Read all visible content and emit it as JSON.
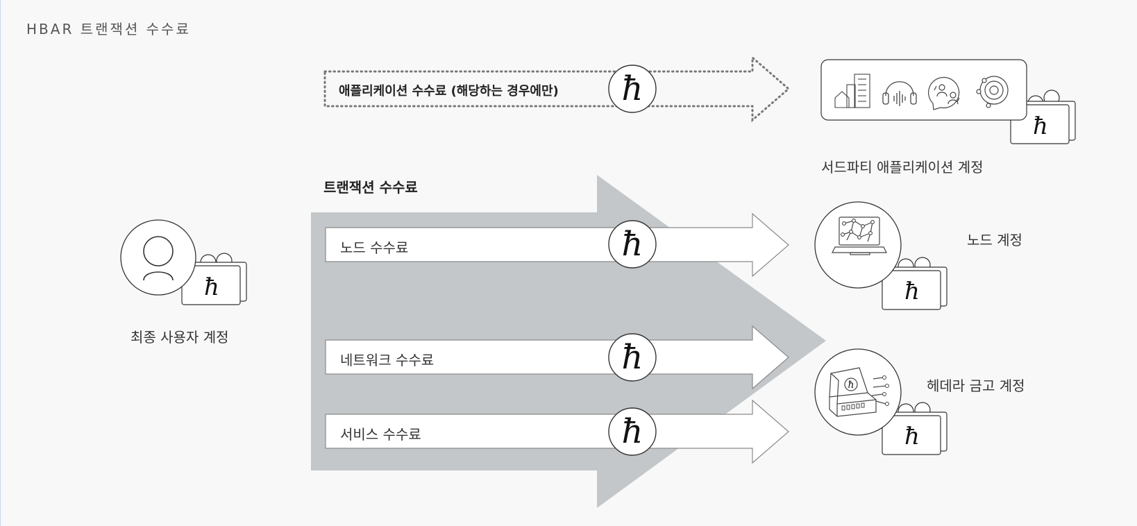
{
  "title": "HBAR 트랜잭션 수수료",
  "hbar_symbol": "ħ",
  "fees": {
    "application": "애플리케이션 수수료 (해당하는 경우에만)",
    "transaction": "트랜잭션 수수료",
    "node": "노드 수수료",
    "network": "네트워크 수수료",
    "service": "서비스 수수료"
  },
  "accounts": {
    "end_user": "최종 사용자 계정",
    "third_party": "서드파티 애플리케이션 계정",
    "node": "노드 계정",
    "treasury": "헤데라 금고 계정"
  },
  "colors": {
    "big_arrow": "#c3c7c9",
    "stroke": "#555555",
    "background": "#f8f8f8"
  },
  "icons": [
    "user-icon",
    "wallet-icon",
    "buildings-icon",
    "headphones-icon",
    "people-exchange-icon",
    "target-icon",
    "laptop-network-icon",
    "treasure-chest-icon"
  ]
}
